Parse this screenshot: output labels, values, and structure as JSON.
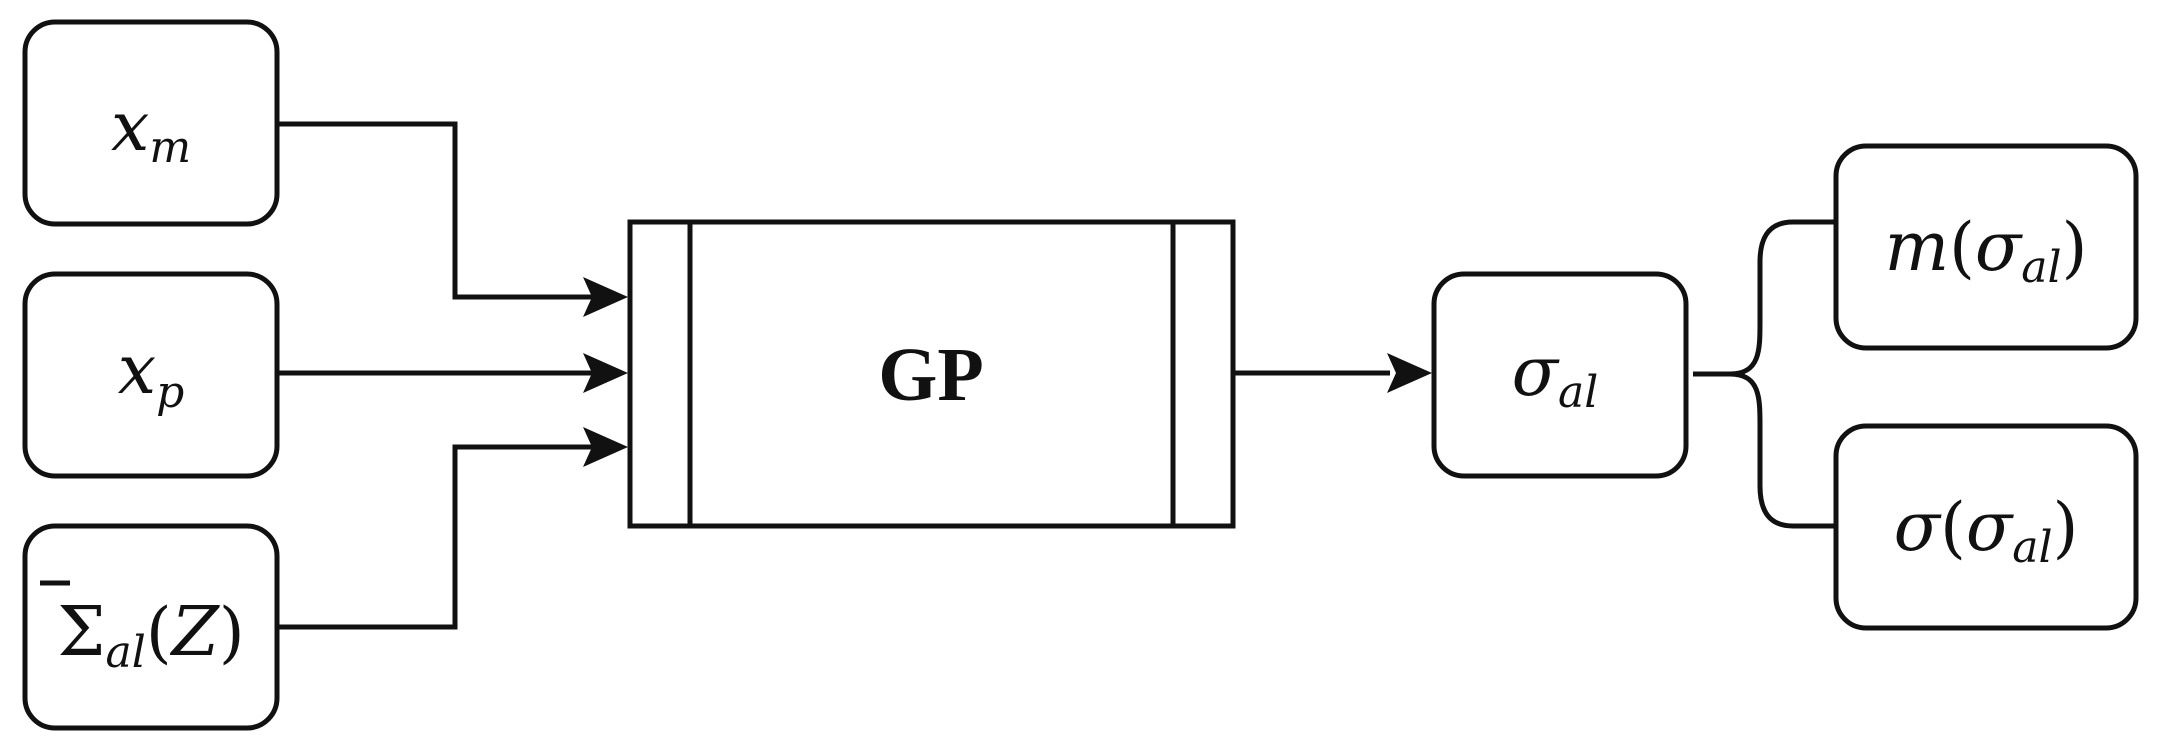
{
  "inputs": {
    "xm": {
      "base": "x",
      "sub": "m"
    },
    "xp": {
      "base": "x",
      "sub": "p"
    },
    "sigma": {
      "base": "Σ",
      "sub": "al",
      "arg": "Z",
      "open": "(",
      "close": ")"
    }
  },
  "process": {
    "label": "GP"
  },
  "output": {
    "base": "σ",
    "sub": "al"
  },
  "results": {
    "mean": {
      "func": "m",
      "open": "(",
      "base": "σ",
      "sub": "al",
      "close": ")"
    },
    "stddev": {
      "func": "σ",
      "open": "(",
      "base": "σ",
      "sub": "al",
      "close": ")"
    }
  }
}
